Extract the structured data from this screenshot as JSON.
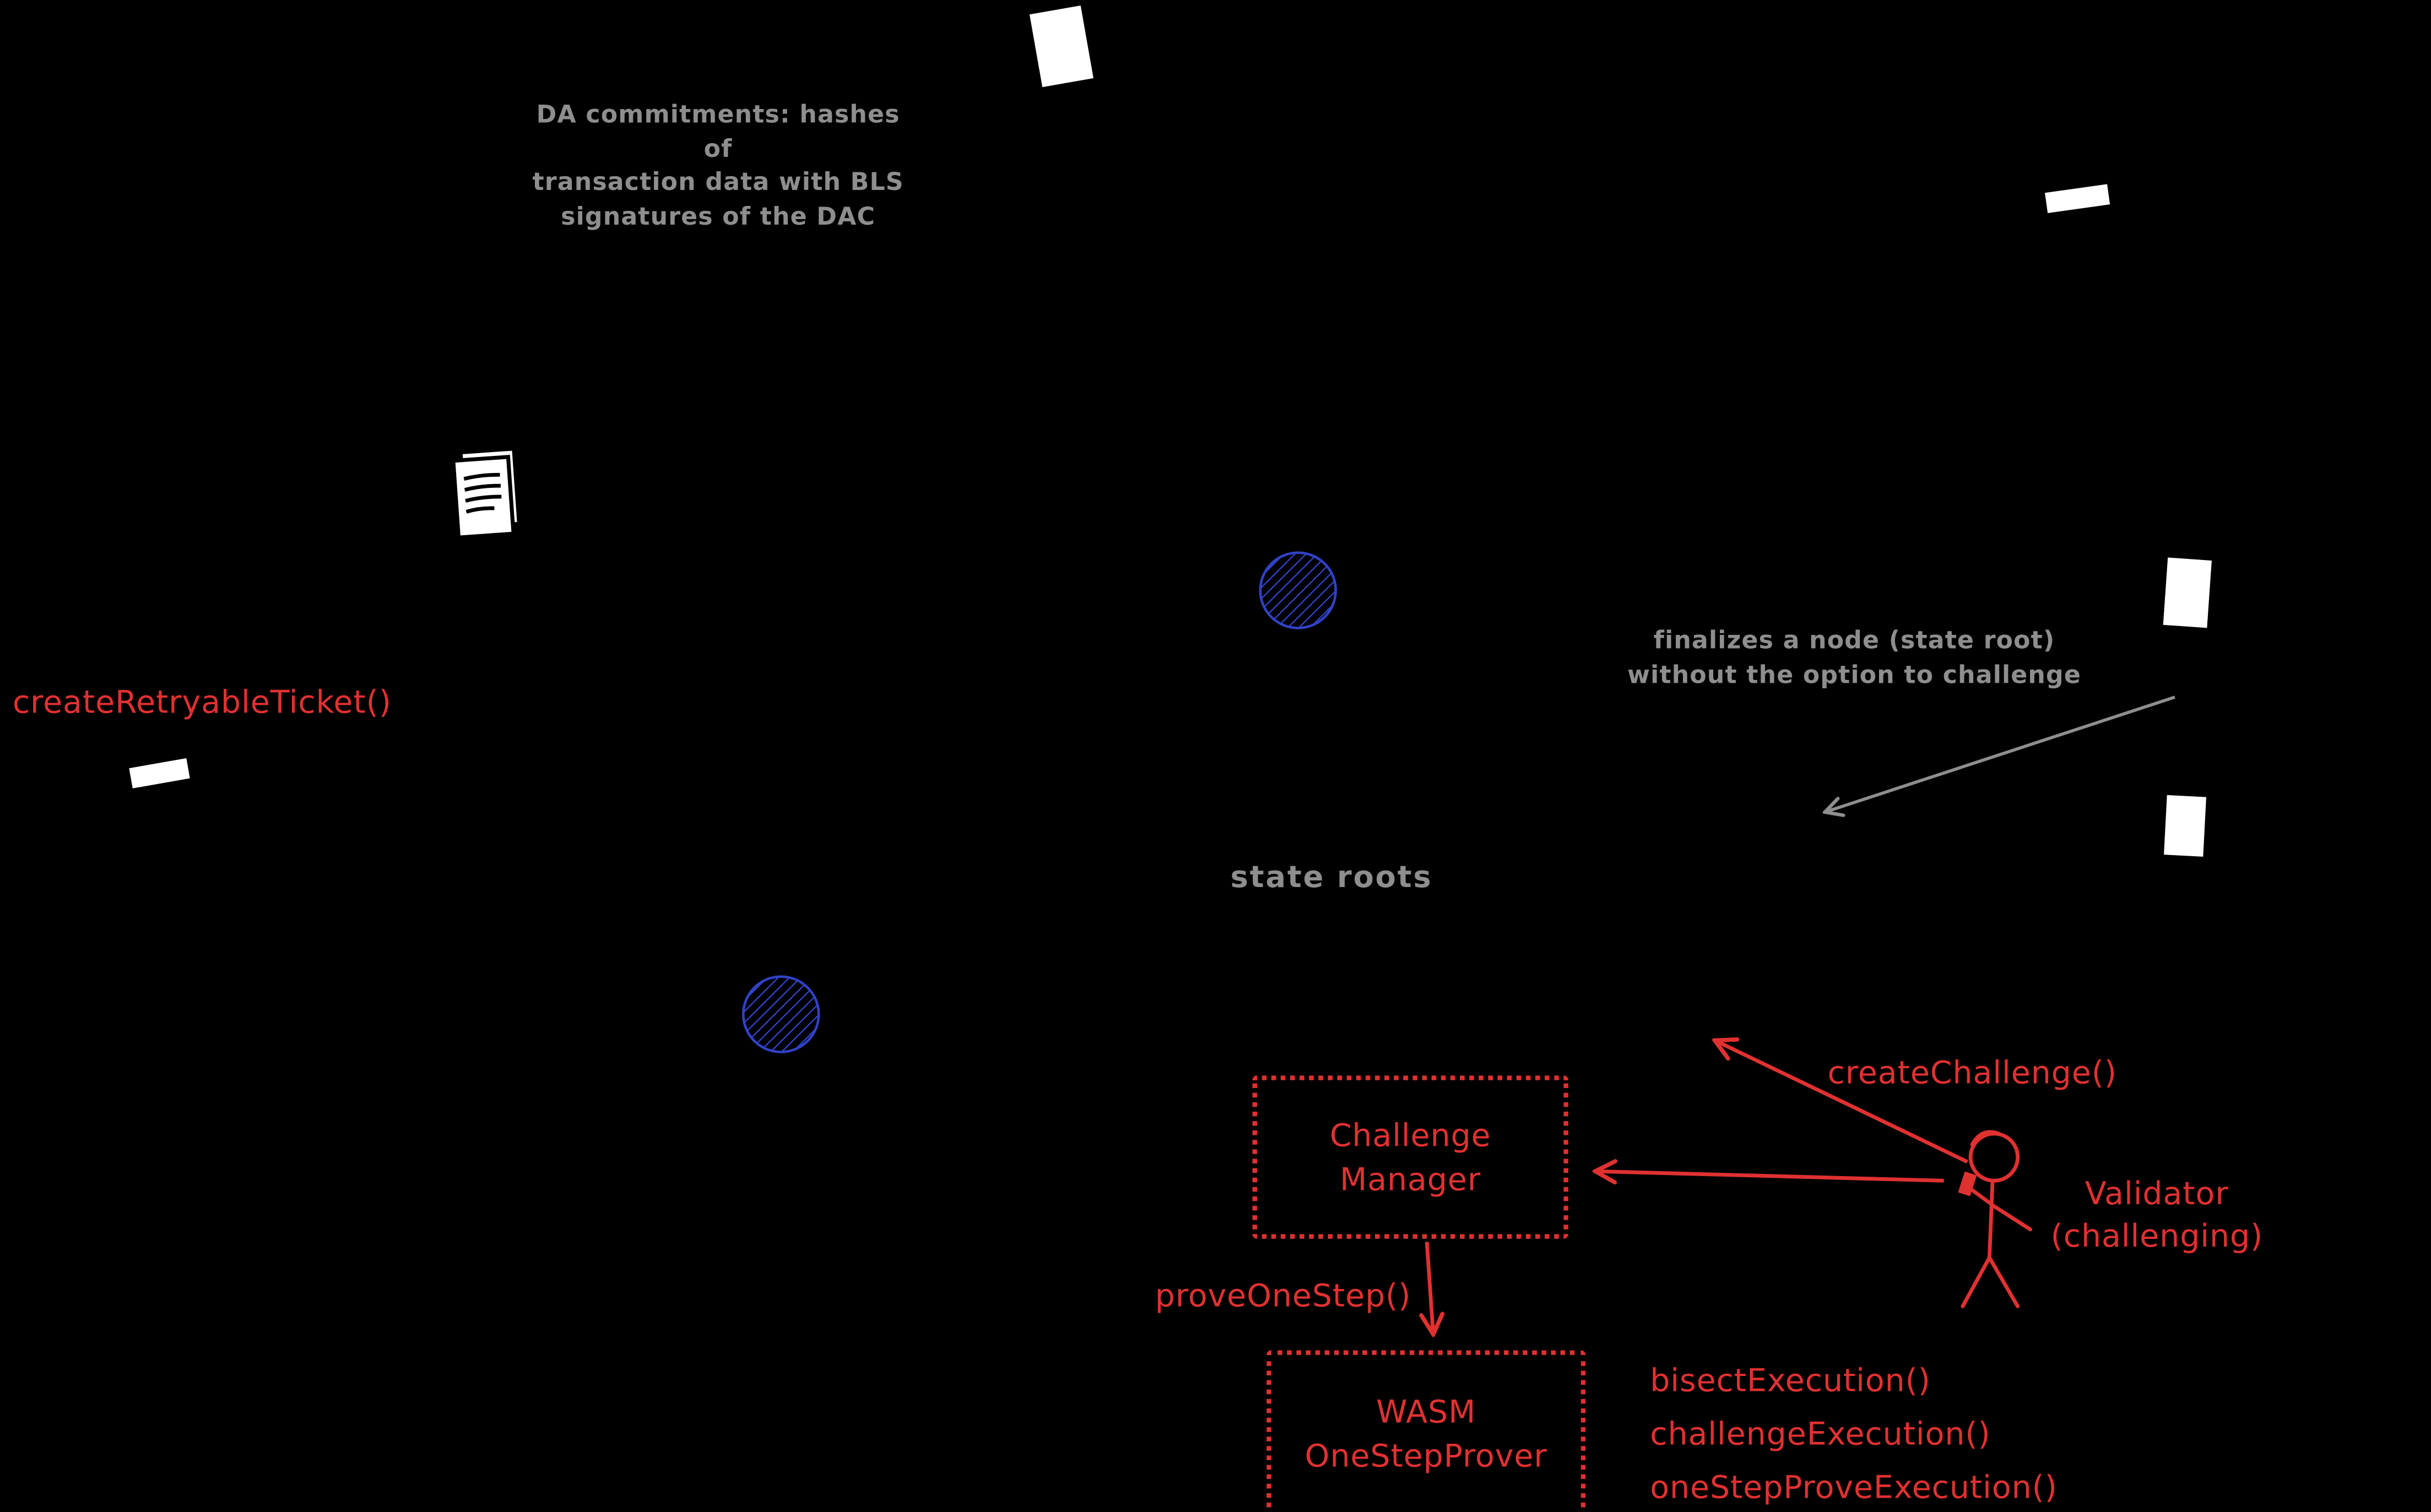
{
  "colors": {
    "background": "#000000",
    "red": "#e03131",
    "gray": "#8e8e8e",
    "blue": "#3142c6",
    "white": "#ffffff"
  },
  "notes": {
    "da_commitments": "DA commitments: hashes of\ntransaction data with BLS\nsignatures of the DAC",
    "finalizes_node": "finalizes a node (state root)\nwithout the option to challenge",
    "state_roots": "state roots"
  },
  "calls": {
    "create_retryable_ticket": "createRetryableTicket()",
    "create_challenge": "createChallenge()",
    "prove_one_step": "proveOneStep()",
    "challenge_functions": [
      "bisectExecution()",
      "challengeExecution()",
      "oneStepProveExecution()"
    ]
  },
  "boxes": {
    "challenge_manager": "Challenge\nManager",
    "wasm_one_step_prover": "WASM\nOneStepProver"
  },
  "actors": {
    "validator": "Validator\n(challenging)"
  },
  "icons": {
    "document": "document-icon",
    "eth_token": "eth-token-icon"
  }
}
